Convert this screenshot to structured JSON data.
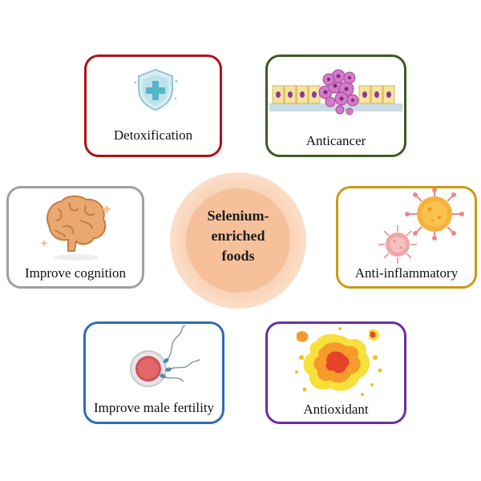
{
  "center": {
    "line1": "Selenium-",
    "line2": "enriched",
    "line3": "foods"
  },
  "cards": {
    "detox": {
      "label": "Detoxification",
      "icon": "shield-plus-icon",
      "border_color": "#b0121b"
    },
    "anticancer": {
      "label": "Anticancer",
      "icon": "tumor-cells-icon",
      "border_color": "#3b5d23"
    },
    "cognition": {
      "label": "Improve cognition",
      "icon": "brain-icon",
      "border_color": "#a0a0a0"
    },
    "inflam": {
      "label": "Anti-inflammatory",
      "icon": "virus-icon",
      "border_color": "#c99a13"
    },
    "fertility": {
      "label": "Improve male fertility",
      "icon": "sperm-egg-icon",
      "border_color": "#2f6db4"
    },
    "antiox": {
      "label": "Antioxidant",
      "icon": "oxidation-blob-icon",
      "border_color": "#6a2fa0"
    }
  }
}
